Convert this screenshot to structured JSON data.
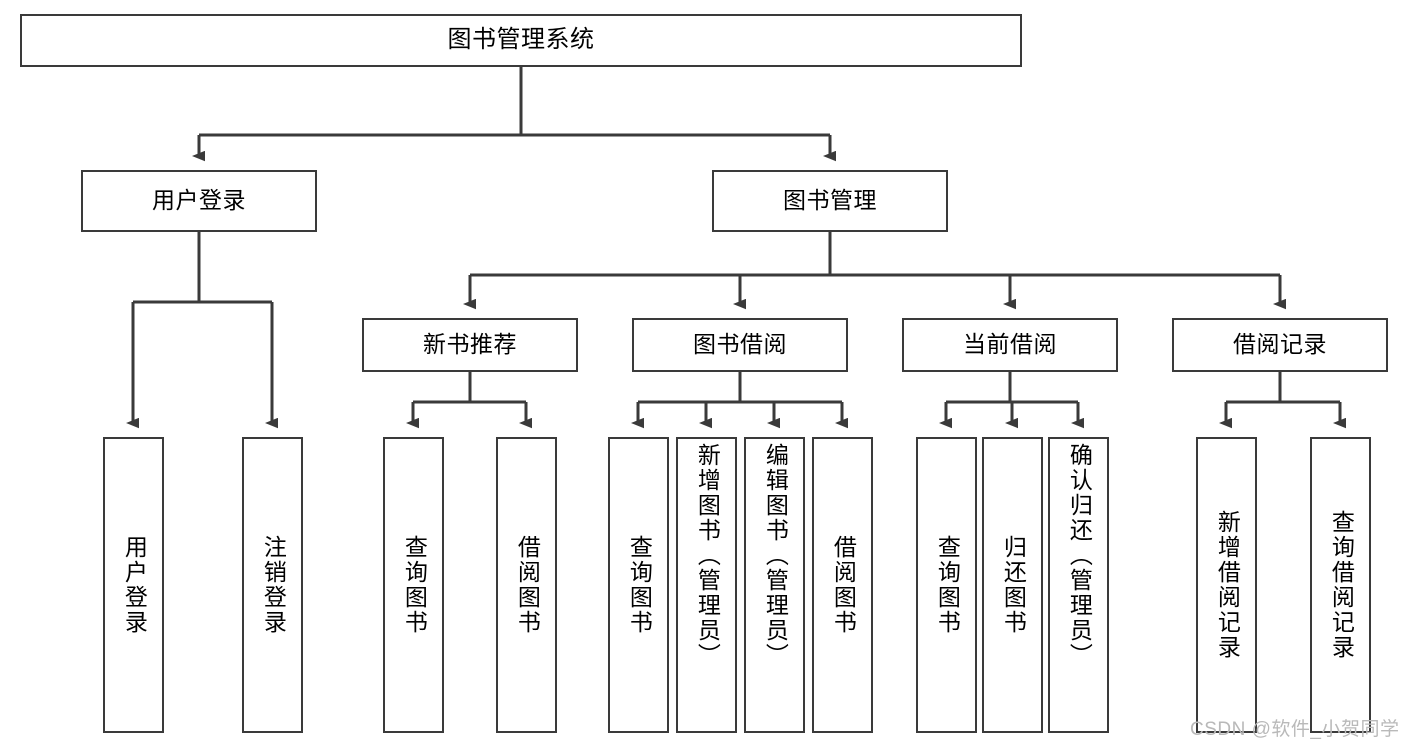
{
  "diagram": {
    "type": "tree-hierarchy",
    "title": "图书管理系统",
    "watermark": "CSDN @软件_小贺同学",
    "colors": {
      "stroke": "#3a3a3a",
      "fill": "#ffffff",
      "text": "#000000",
      "watermark": "#b9b9b9"
    },
    "levels": {
      "root": {
        "label": "图书管理系统"
      },
      "level2": [
        {
          "label": "用户登录"
        },
        {
          "label": "图书管理"
        }
      ],
      "level3": [
        {
          "label": "新书推荐"
        },
        {
          "label": "图书借阅"
        },
        {
          "label": "当前借阅"
        },
        {
          "label": "借阅记录"
        }
      ],
      "leaves": [
        {
          "label": "用户登录",
          "parent": "用户登录"
        },
        {
          "label": "注销登录",
          "parent": "用户登录"
        },
        {
          "label": "查询图书",
          "parent": "新书推荐"
        },
        {
          "label": "借阅图书",
          "parent": "新书推荐"
        },
        {
          "label": "查询图书",
          "parent": "图书借阅"
        },
        {
          "label": "新增图书（管理员）",
          "parent": "图书借阅"
        },
        {
          "label": "编辑图书（管理员）",
          "parent": "图书借阅"
        },
        {
          "label": "借阅图书",
          "parent": "图书借阅"
        },
        {
          "label": "查询图书",
          "parent": "当前借阅"
        },
        {
          "label": "归还图书",
          "parent": "当前借阅"
        },
        {
          "label": "确认归还（管理员）",
          "parent": "当前借阅"
        },
        {
          "label": "新增借阅记录",
          "parent": "借阅记录"
        },
        {
          "label": "查询借阅记录",
          "parent": "借阅记录"
        }
      ]
    }
  }
}
